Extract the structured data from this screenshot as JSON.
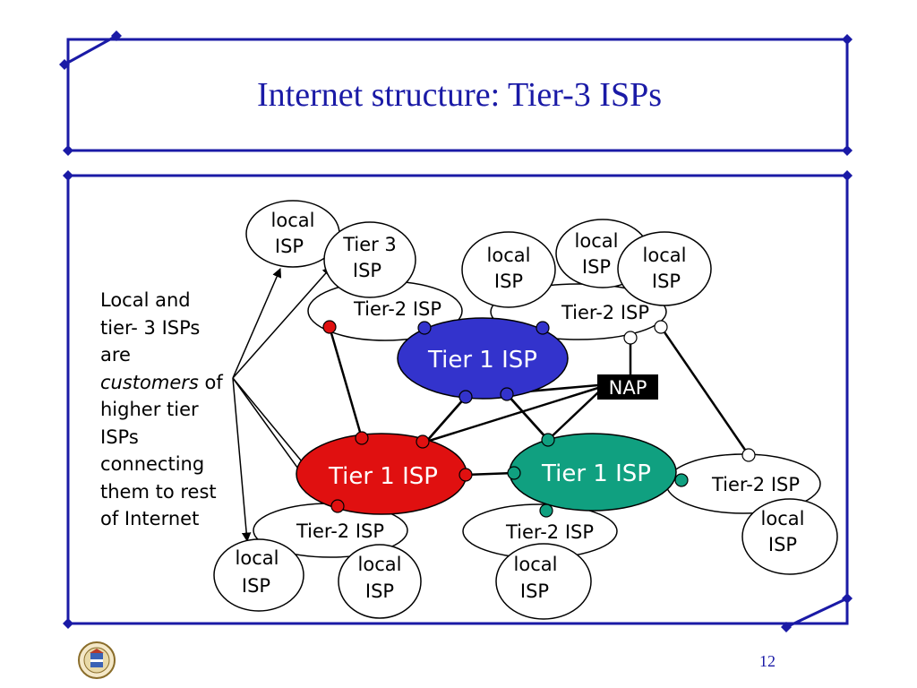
{
  "title": "Internet structure: Tier-3 ISPs",
  "caption": {
    "line1": "Local and",
    "line2": "tier- 3 ISPs",
    "line3": "are",
    "line4_em": "customers",
    "line4_rest": " of",
    "line5": "higher tier",
    "line6": "ISPs",
    "line7": "connecting",
    "line8": "them to rest",
    "line9": "of Internet"
  },
  "labels": {
    "local": "local",
    "isp": "ISP",
    "tier3_line1": "Tier 3",
    "tier3_line2": "ISP",
    "tier2": "Tier-2 ISP",
    "tier1": "Tier 1 ISP",
    "nap": "NAP"
  },
  "page_number": "12",
  "colors": {
    "title": "#1a1aa6",
    "frame": "#1a1aa6",
    "tier1_blue": "#3333cc",
    "tier1_red": "#e01010",
    "tier1_green": "#10a080",
    "nap_bg": "#000000"
  }
}
